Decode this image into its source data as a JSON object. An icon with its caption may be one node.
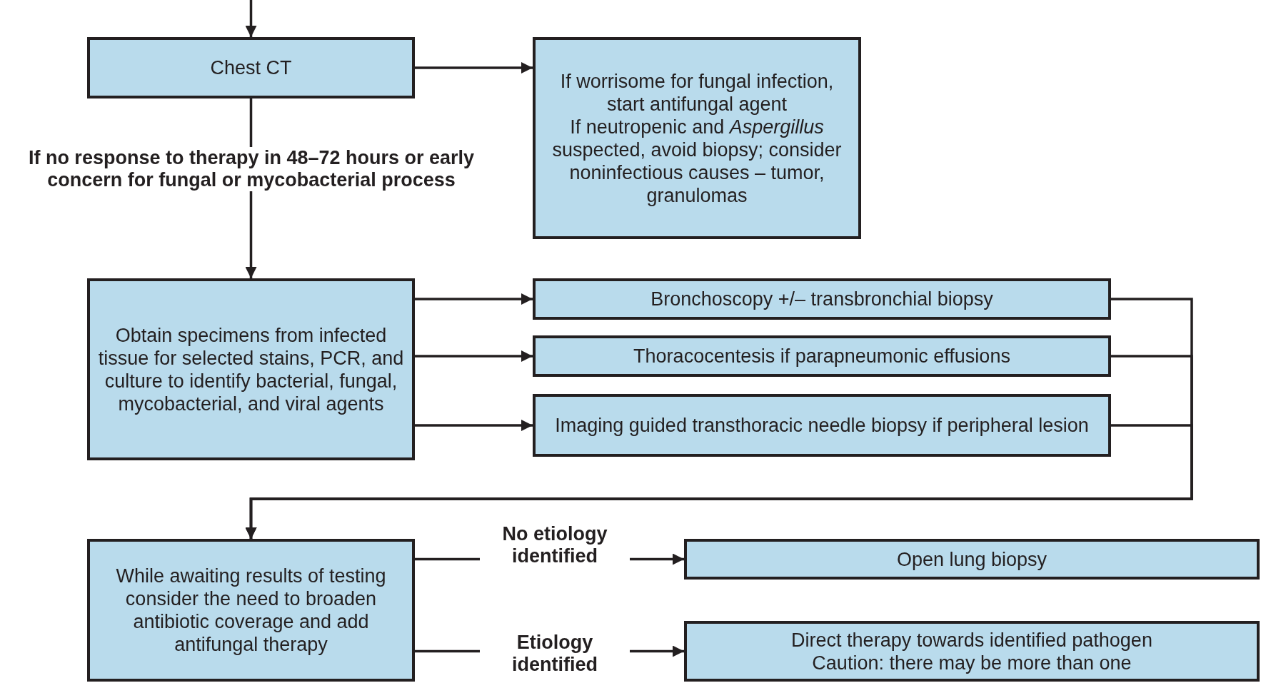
{
  "diagram": {
    "nodes": [
      {
        "text": [
          "Chest CT"
        ]
      },
      {
        "text": [
          "If worrisome for fungal infection, start antifungal agent",
          "If neutropenic and *Aspergillus* suspected, avoid biopsy; consider noninfectious causes – tumor, granulomas"
        ]
      },
      {
        "text": [
          "Obtain specimens from infected tissue for selected stains, PCR, and culture to identify bacterial, fungal, mycobacterial, and viral agents"
        ]
      },
      {
        "text": [
          "Bronchoscopy +/– transbronchial biopsy"
        ]
      },
      {
        "text": [
          "Thoracocentesis if parapneumonic effusions"
        ]
      },
      {
        "text": [
          "Imaging guided transthoracic needle biopsy if peripheral lesion"
        ]
      },
      {
        "text": [
          "While awaiting results of testing consider the need to broaden antibiotic coverage and add antifungal therapy"
        ]
      },
      {
        "text": [
          "Open lung biopsy"
        ]
      },
      {
        "text": [
          "Direct therapy towards identified pathogen",
          "Caution: there may be more than one"
        ]
      }
    ],
    "edges": [
      {
        "from": null,
        "to": 0,
        "arrow": "to"
      },
      {
        "from": 0,
        "to": 1,
        "arrow": "to"
      },
      {
        "from": 0,
        "to": 2,
        "arrow": "to",
        "label": "If no response to therapy in 48–72 hours or early concern for fungal or mycobacterial process"
      },
      {
        "from": 2,
        "to": 3,
        "arrow": "to"
      },
      {
        "from": 2,
        "to": 4,
        "arrow": "to"
      },
      {
        "from": 2,
        "to": 5,
        "arrow": "to"
      },
      {
        "from": 3,
        "to": 6,
        "arrow": "to"
      },
      {
        "from": 4,
        "to": 6,
        "arrow": "to"
      },
      {
        "from": 5,
        "to": 6,
        "arrow": "to"
      },
      {
        "from": 6,
        "to": 7,
        "arrow": "to",
        "label": "No etiology identified"
      },
      {
        "from": 6,
        "to": 8,
        "arrow": "to",
        "label": "Etiology identified"
      }
    ]
  }
}
